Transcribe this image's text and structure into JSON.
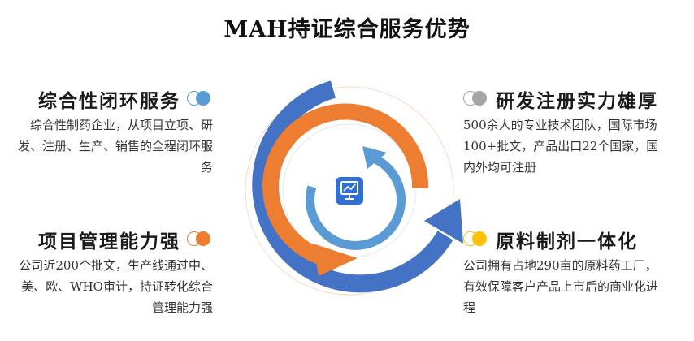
{
  "title": "MAH持证综合服务优势",
  "blocks": {
    "top_left": {
      "heading": "综合性闭环服务",
      "description": "综合性制药企业，从项目立项、研发、注册、生产、销售的全程闭环服务",
      "accent": "#5b9bd5"
    },
    "bottom_left": {
      "heading": "项目管理能力强",
      "description": "公司近200个批文，生产线通过中、美、欧、WHO审计，持证转化综合管理能力强",
      "accent": "#ed7d31"
    },
    "top_right": {
      "heading": "研发注册实力雄厚",
      "description": "500余人的专业技术团队，国际市场100+批文，产品出口22个国家，国内外均可注册",
      "accent": "#a5a5a5"
    },
    "bottom_right": {
      "heading": "原料制剂一体化",
      "description": "公司拥有占地290亩的原料药工厂，有效保障客户产品上市后的商业化进程",
      "accent": "#ffc000"
    }
  },
  "center_icon": "monitor-chart-icon",
  "colors": {
    "outer_arrow": "#4472c4",
    "middle_arrow": "#ed7d31",
    "inner_arrow": "#5b9bd5",
    "icon_bg": "#2f6fd6"
  }
}
